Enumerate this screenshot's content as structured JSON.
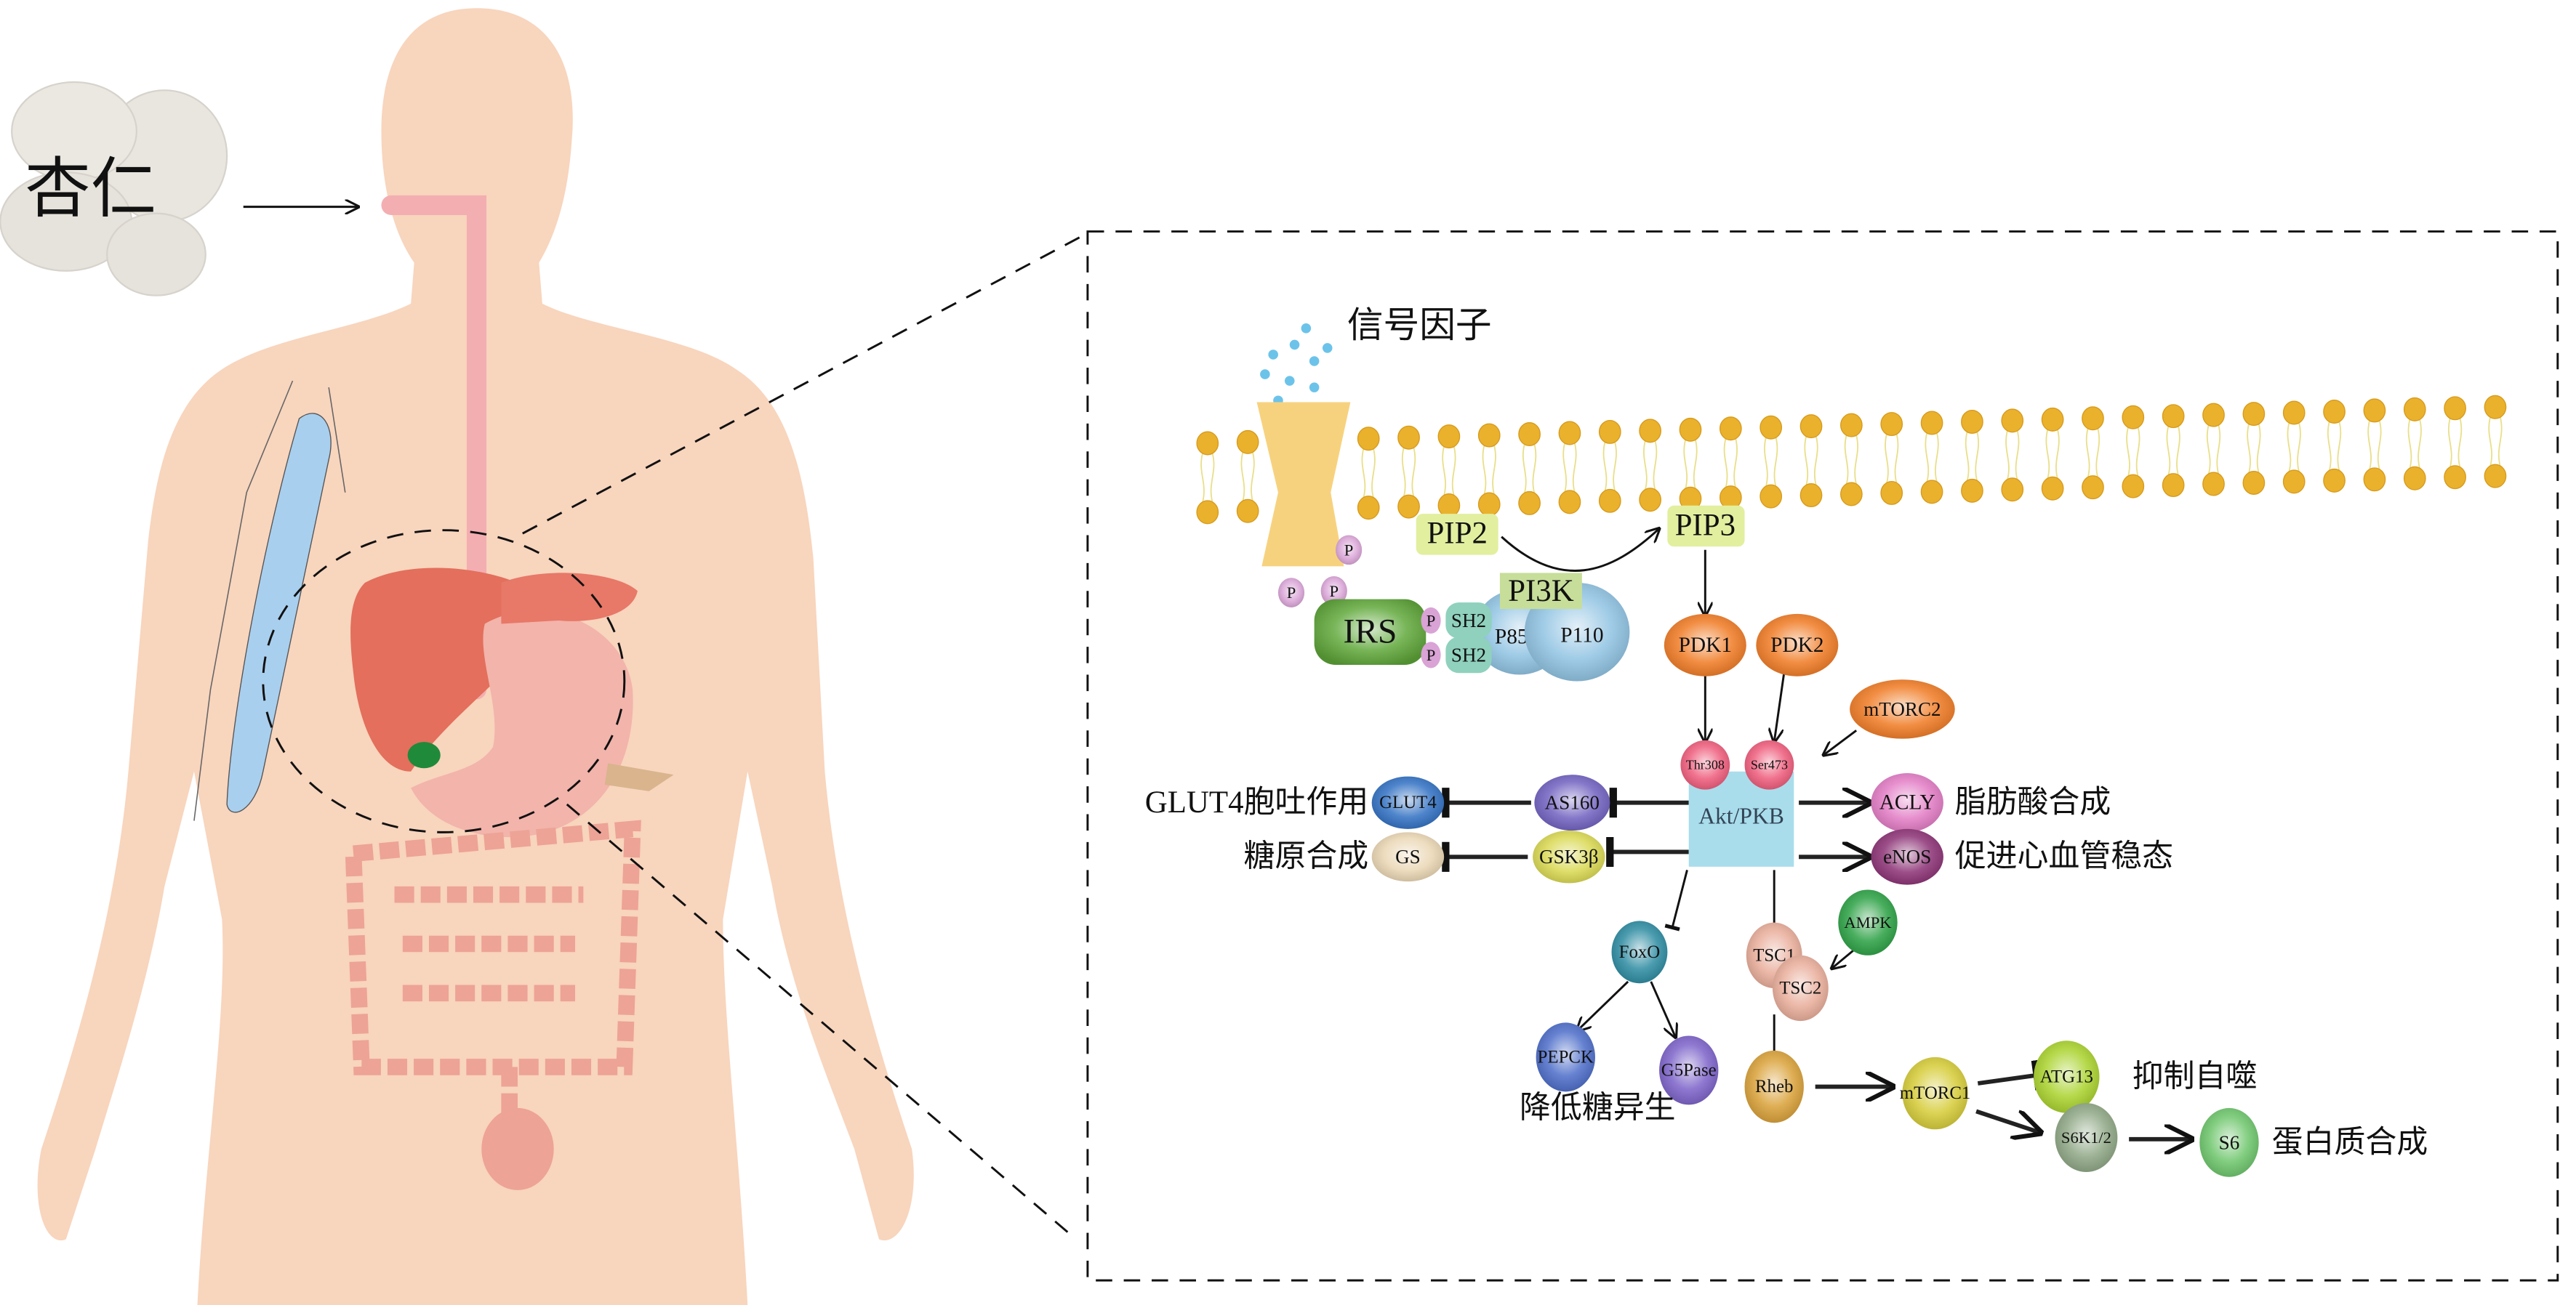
{
  "left": {
    "almond_label": "杏仁"
  },
  "pathway": {
    "signal_label": "信号因子",
    "receptor_p": "P",
    "irs": "IRS",
    "sh2": "SH2",
    "pi3k": "PI3K",
    "p85": "P85",
    "p110": "P110",
    "pip2": "PIP2",
    "pip3": "PIP3",
    "pdk1": "PDK1",
    "pdk2": "PDK2",
    "mtorc2": "mTORC2",
    "thr308": "Thr308",
    "ser473": "Ser473",
    "akt": "Akt/PKB",
    "glut4": "GLUT4",
    "as160": "AS160",
    "acly": "ACLY",
    "gs": "GS",
    "gsk3b": "GSK3β",
    "enos": "eNOS",
    "foxo": "FoxO",
    "tsc1": "TSC1",
    "tsc2": "TSC2",
    "ampk": "AMPK",
    "pepck": "PEPCK",
    "g5pase": "G5Pase",
    "rheb": "Rheb",
    "mtorc1": "mTORC1",
    "atg13": "ATG13",
    "s6k": "S6K1/2",
    "s6": "S6"
  },
  "effects": {
    "glut4_exocytosis": "GLUT4胞吐作用",
    "glycogen_synthesis": "糖原合成",
    "fatty_acid_synthesis": "脂肪酸合成",
    "cardiovascular": "促进心血管稳态",
    "gluconeogenesis": "降低糖异生",
    "autophagy": "抑制自噬",
    "protein_synthesis": "蛋白质合成"
  },
  "colors": {
    "skin": "#f8d5bd",
    "lipid": "#eab22c",
    "receptor": "#f7d27e",
    "phospho": "#d9a3d6",
    "irs": "#5fa83a",
    "sh2": "#8fd1bd",
    "pi3k_sub": "#8ec2e2",
    "pi3k_label": "#c7de9a",
    "pip": "#e2ef9f",
    "orange": "#f07a23",
    "site": "#ee5a7a",
    "akt": "#a9ddec",
    "glut4": "#2f6fc2",
    "as160": "#6f5fbf",
    "acly": "#e27ac4",
    "gs": "#ead6b3",
    "gsk3b": "#d9d850",
    "enos": "#8a2f73",
    "foxo": "#2a8aa0",
    "tsc": "#e8ab98",
    "ampk": "#2aa043",
    "pepck": "#4a6bc8",
    "g5pase": "#7a60c8",
    "rheb": "#d9a036",
    "mtorc1": "#d5cb35",
    "atg13": "#a8d22a",
    "s6k": "#8da683",
    "s6": "#6cc56a",
    "liver": "#e36f5c",
    "stomach": "#f2b4ab",
    "intestine": "#eda396",
    "muscle": "#a9cfee"
  }
}
